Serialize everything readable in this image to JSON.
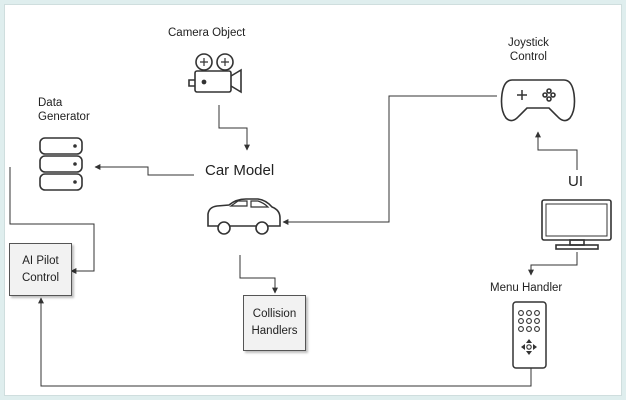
{
  "diagram": {
    "camera_label": "Camera Object",
    "car_model_label": "Car Model",
    "data_generator_label": "Data\nGenerator",
    "joystick_label": "Joystick\nControl",
    "ui_label": "UI",
    "menu_handler_label": "Menu Handler",
    "ai_pilot_label": "AI Pilot\nControl",
    "collision_label": "Collision\nHandlers"
  },
  "icons": [
    "camera-icon",
    "database-icon",
    "car-icon",
    "gamepad-icon",
    "monitor-icon",
    "remote-control-icon"
  ],
  "colors": {
    "line": "#333333",
    "background": "#dfeeee",
    "panel": "#ffffff",
    "box_fill": "#f2f2f2"
  }
}
